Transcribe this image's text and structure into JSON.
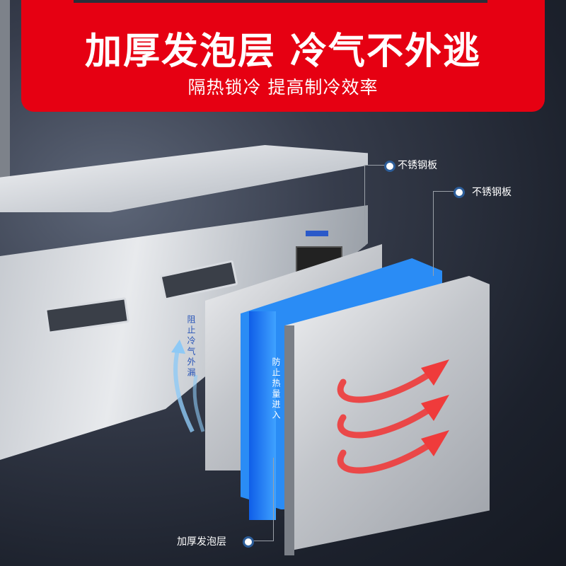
{
  "banner": {
    "headline": "加厚发泡层 冷气不外逃",
    "subline": "隔热锁冷 提高制冷效率",
    "color": "#e60012"
  },
  "callouts": [
    {
      "label": "不锈钢板"
    },
    {
      "label": "不锈钢板"
    },
    {
      "label": "加厚发泡层"
    }
  ],
  "annotations": {
    "cold_block": "阻止冷气外漏",
    "heat_block": "防止热量进入"
  },
  "colors": {
    "foam_blue": "#2a8cf5",
    "heat_arrow_red": "#ef3b3b",
    "cold_arrow_blue": "#8ec9f5",
    "dot_ring": "#2c5d99"
  }
}
